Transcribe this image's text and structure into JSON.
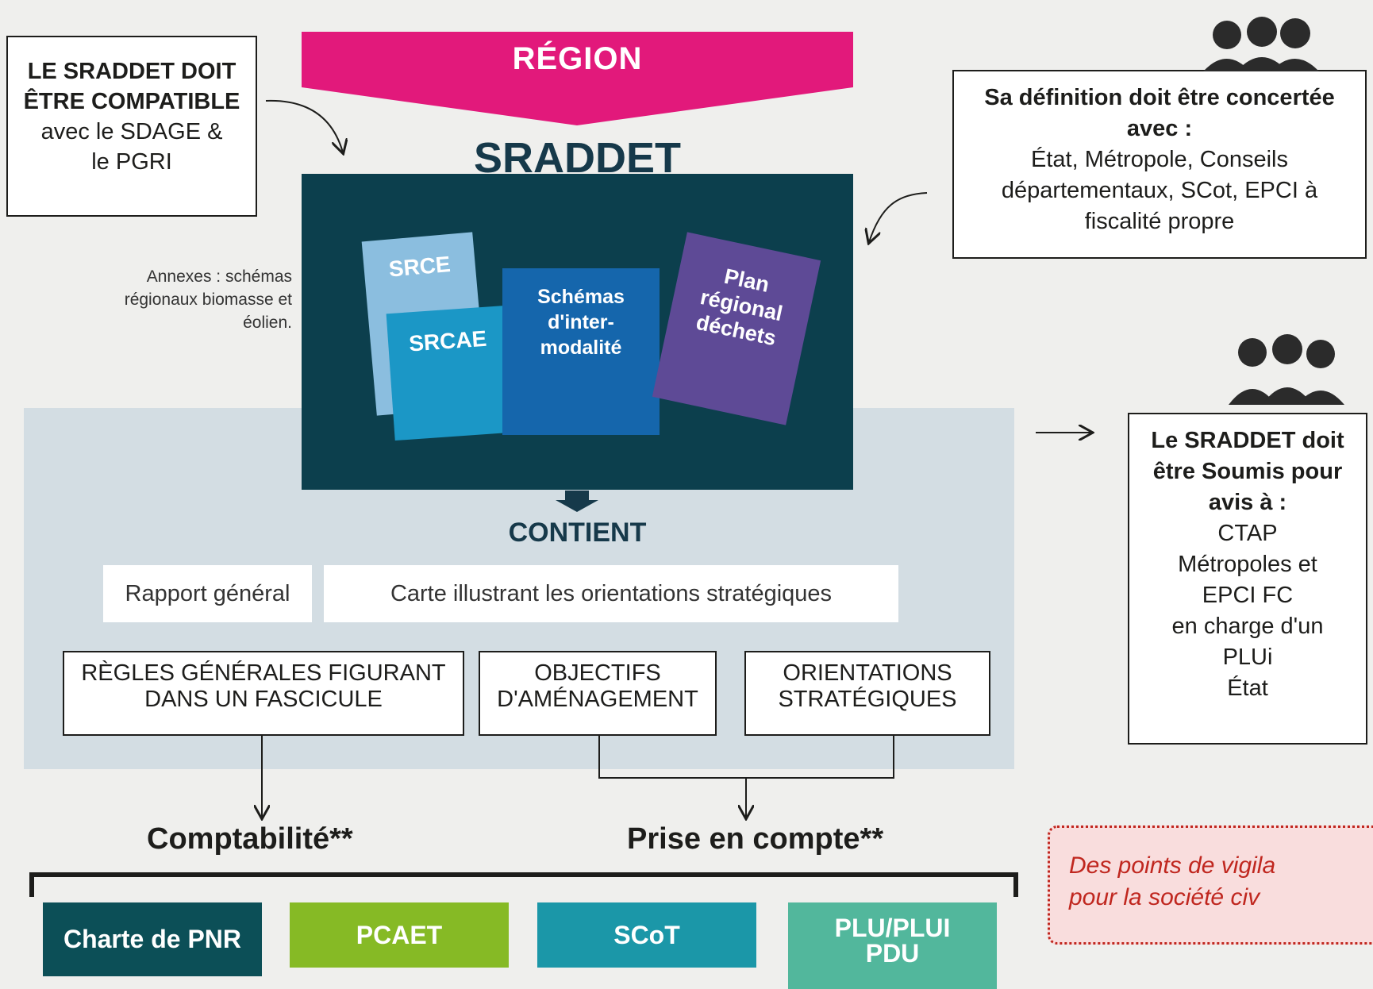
{
  "region": {
    "label": "RÉGION",
    "color": "#e2197b"
  },
  "sraddet": {
    "title": "SRADDET"
  },
  "compatibility_box": {
    "line1": "LE SRADDET DOIT",
    "line2": "ÊTRE COMPATIBLE",
    "line3": "avec le SDAGE &",
    "line4": "le PGRI"
  },
  "concertation_box": {
    "line1": "Sa définition doit être concertée",
    "line2": "avec :",
    "line3": "État, Métropole, Conseils",
    "line4": "départementaux, SCot, EPCI à",
    "line5": "fiscalité propre"
  },
  "soumis_box": {
    "line1": "Le SRADDET doit",
    "line2": "être Soumis pour",
    "line3": "avis à :",
    "line4": "CTAP",
    "line5": "Métropoles et",
    "line6": "EPCI FC",
    "line7": "en charge d'un",
    "line8": "PLUi",
    "line9": "État"
  },
  "annexes": {
    "line1": "Annexes : schémas",
    "line2": "régionaux biomasse et",
    "line3": "éolien."
  },
  "cards": {
    "srce": "SRCE",
    "srcae": "SRCAE",
    "schemas": [
      "Schémas",
      "d'inter-",
      "modalité"
    ],
    "plan": [
      "Plan",
      "régional",
      "déchets"
    ]
  },
  "contient": "CONTIENT",
  "contents": {
    "rapport": "Rapport général",
    "carte": "Carte illustrant les orientations stratégiques"
  },
  "rules": {
    "regles": [
      "RÈGLES GÉNÉRALES FIGURANT",
      "DANS UN FASCICULE"
    ],
    "objectifs": [
      "OBJECTIFS",
      "D'AMÉNAGEMENT"
    ],
    "orientations": [
      "ORIENTATIONS",
      "STRATÉGIQUES"
    ]
  },
  "relations": {
    "comptabilite": "Comptabilité**",
    "prise": "Prise en compte**"
  },
  "documents": {
    "pnr": "Charte de PNR",
    "pcaet": "PCAET",
    "scot": "SCoT",
    "plu": [
      "PLU/PLUI",
      "PDU"
    ]
  },
  "vigilance": {
    "line1": "Des points de vigila",
    "line2": "pour la société civ"
  },
  "icons": [
    "people-group-icon",
    "people-group-icon"
  ]
}
